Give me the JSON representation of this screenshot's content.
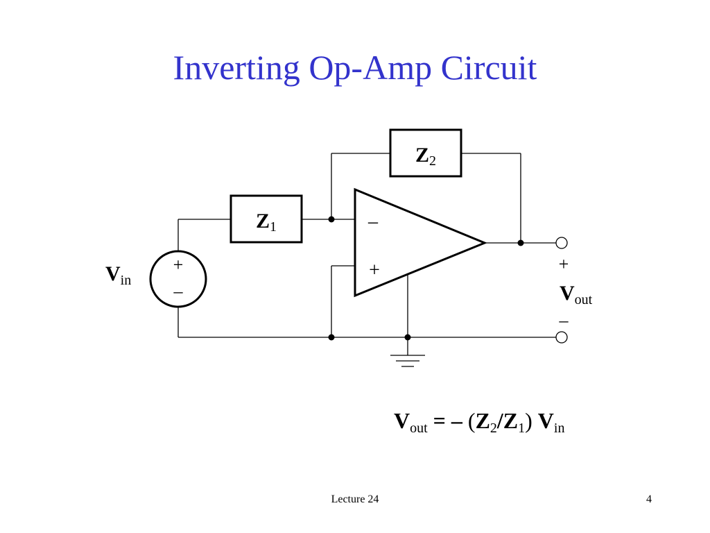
{
  "slide": {
    "title": "Inverting Op-Amp Circuit",
    "footer_lecture": "Lecture 24",
    "page_number": "4"
  },
  "diagram": {
    "z1": {
      "main": "Z",
      "sub": "1"
    },
    "z2": {
      "main": "Z",
      "sub": "2"
    },
    "opamp": {
      "inverting": "–",
      "noninverting": "+"
    },
    "source": {
      "plus": "+",
      "minus": "–",
      "main": "V",
      "sub": "in"
    },
    "output": {
      "plus": "+",
      "minus": "–",
      "main": "V",
      "sub": "out"
    }
  },
  "formula": {
    "vout_main": "V",
    "vout_sub": "out",
    "equals": "= –",
    "open_paren": "(",
    "z2_main": "Z",
    "z2_sub": "2",
    "slash": "/",
    "z1_main": "Z",
    "z1_sub": "1",
    "close_paren": ")",
    "vin_main": "V",
    "vin_sub": "in"
  }
}
